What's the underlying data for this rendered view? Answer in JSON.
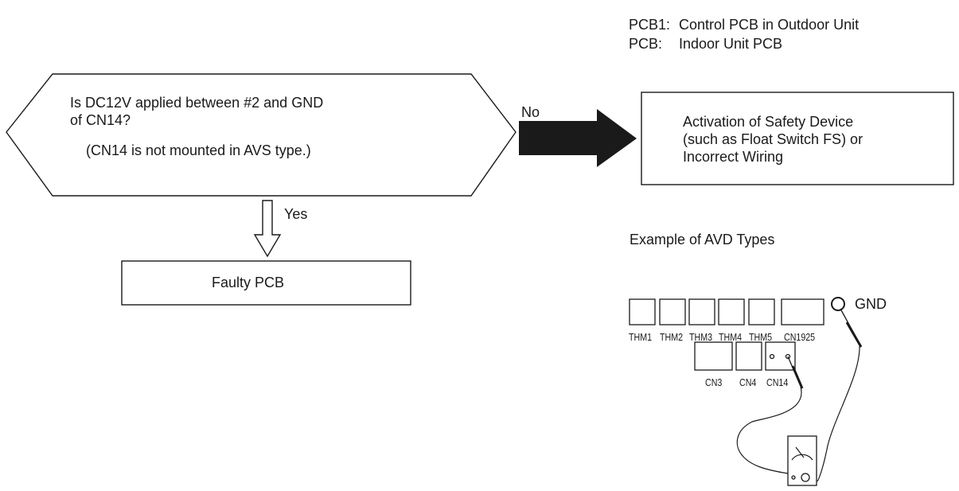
{
  "legend": {
    "pcb1_key": "PCB1:",
    "pcb1_value": "Control PCB in Outdoor Unit",
    "pcb_key": "PCB:",
    "pcb_value": "Indoor Unit PCB"
  },
  "decision": {
    "question_line1": "Is DC12V applied between #2 and GND",
    "question_line2": "of CN14?",
    "note": "(CN14 is not mounted in AVS type.)"
  },
  "branch_no": {
    "label": "No",
    "result_line1": "Activation of Safety Device",
    "result_line2": "(such as Float Switch FS) or",
    "result_line3": "Incorrect Wiring"
  },
  "branch_yes": {
    "label": "Yes",
    "result": "Faulty PCB"
  },
  "example": {
    "title": "Example of AVD Types",
    "gnd_label": "GND",
    "top_connectors": [
      "THM1",
      "THM2",
      "THM3",
      "THM4",
      "THM5",
      "CN1925"
    ],
    "bottom_connectors": [
      "CN3",
      "CN4",
      "CN14"
    ]
  },
  "colors": {
    "line": "#1a1a1a",
    "background": "#ffffff"
  }
}
